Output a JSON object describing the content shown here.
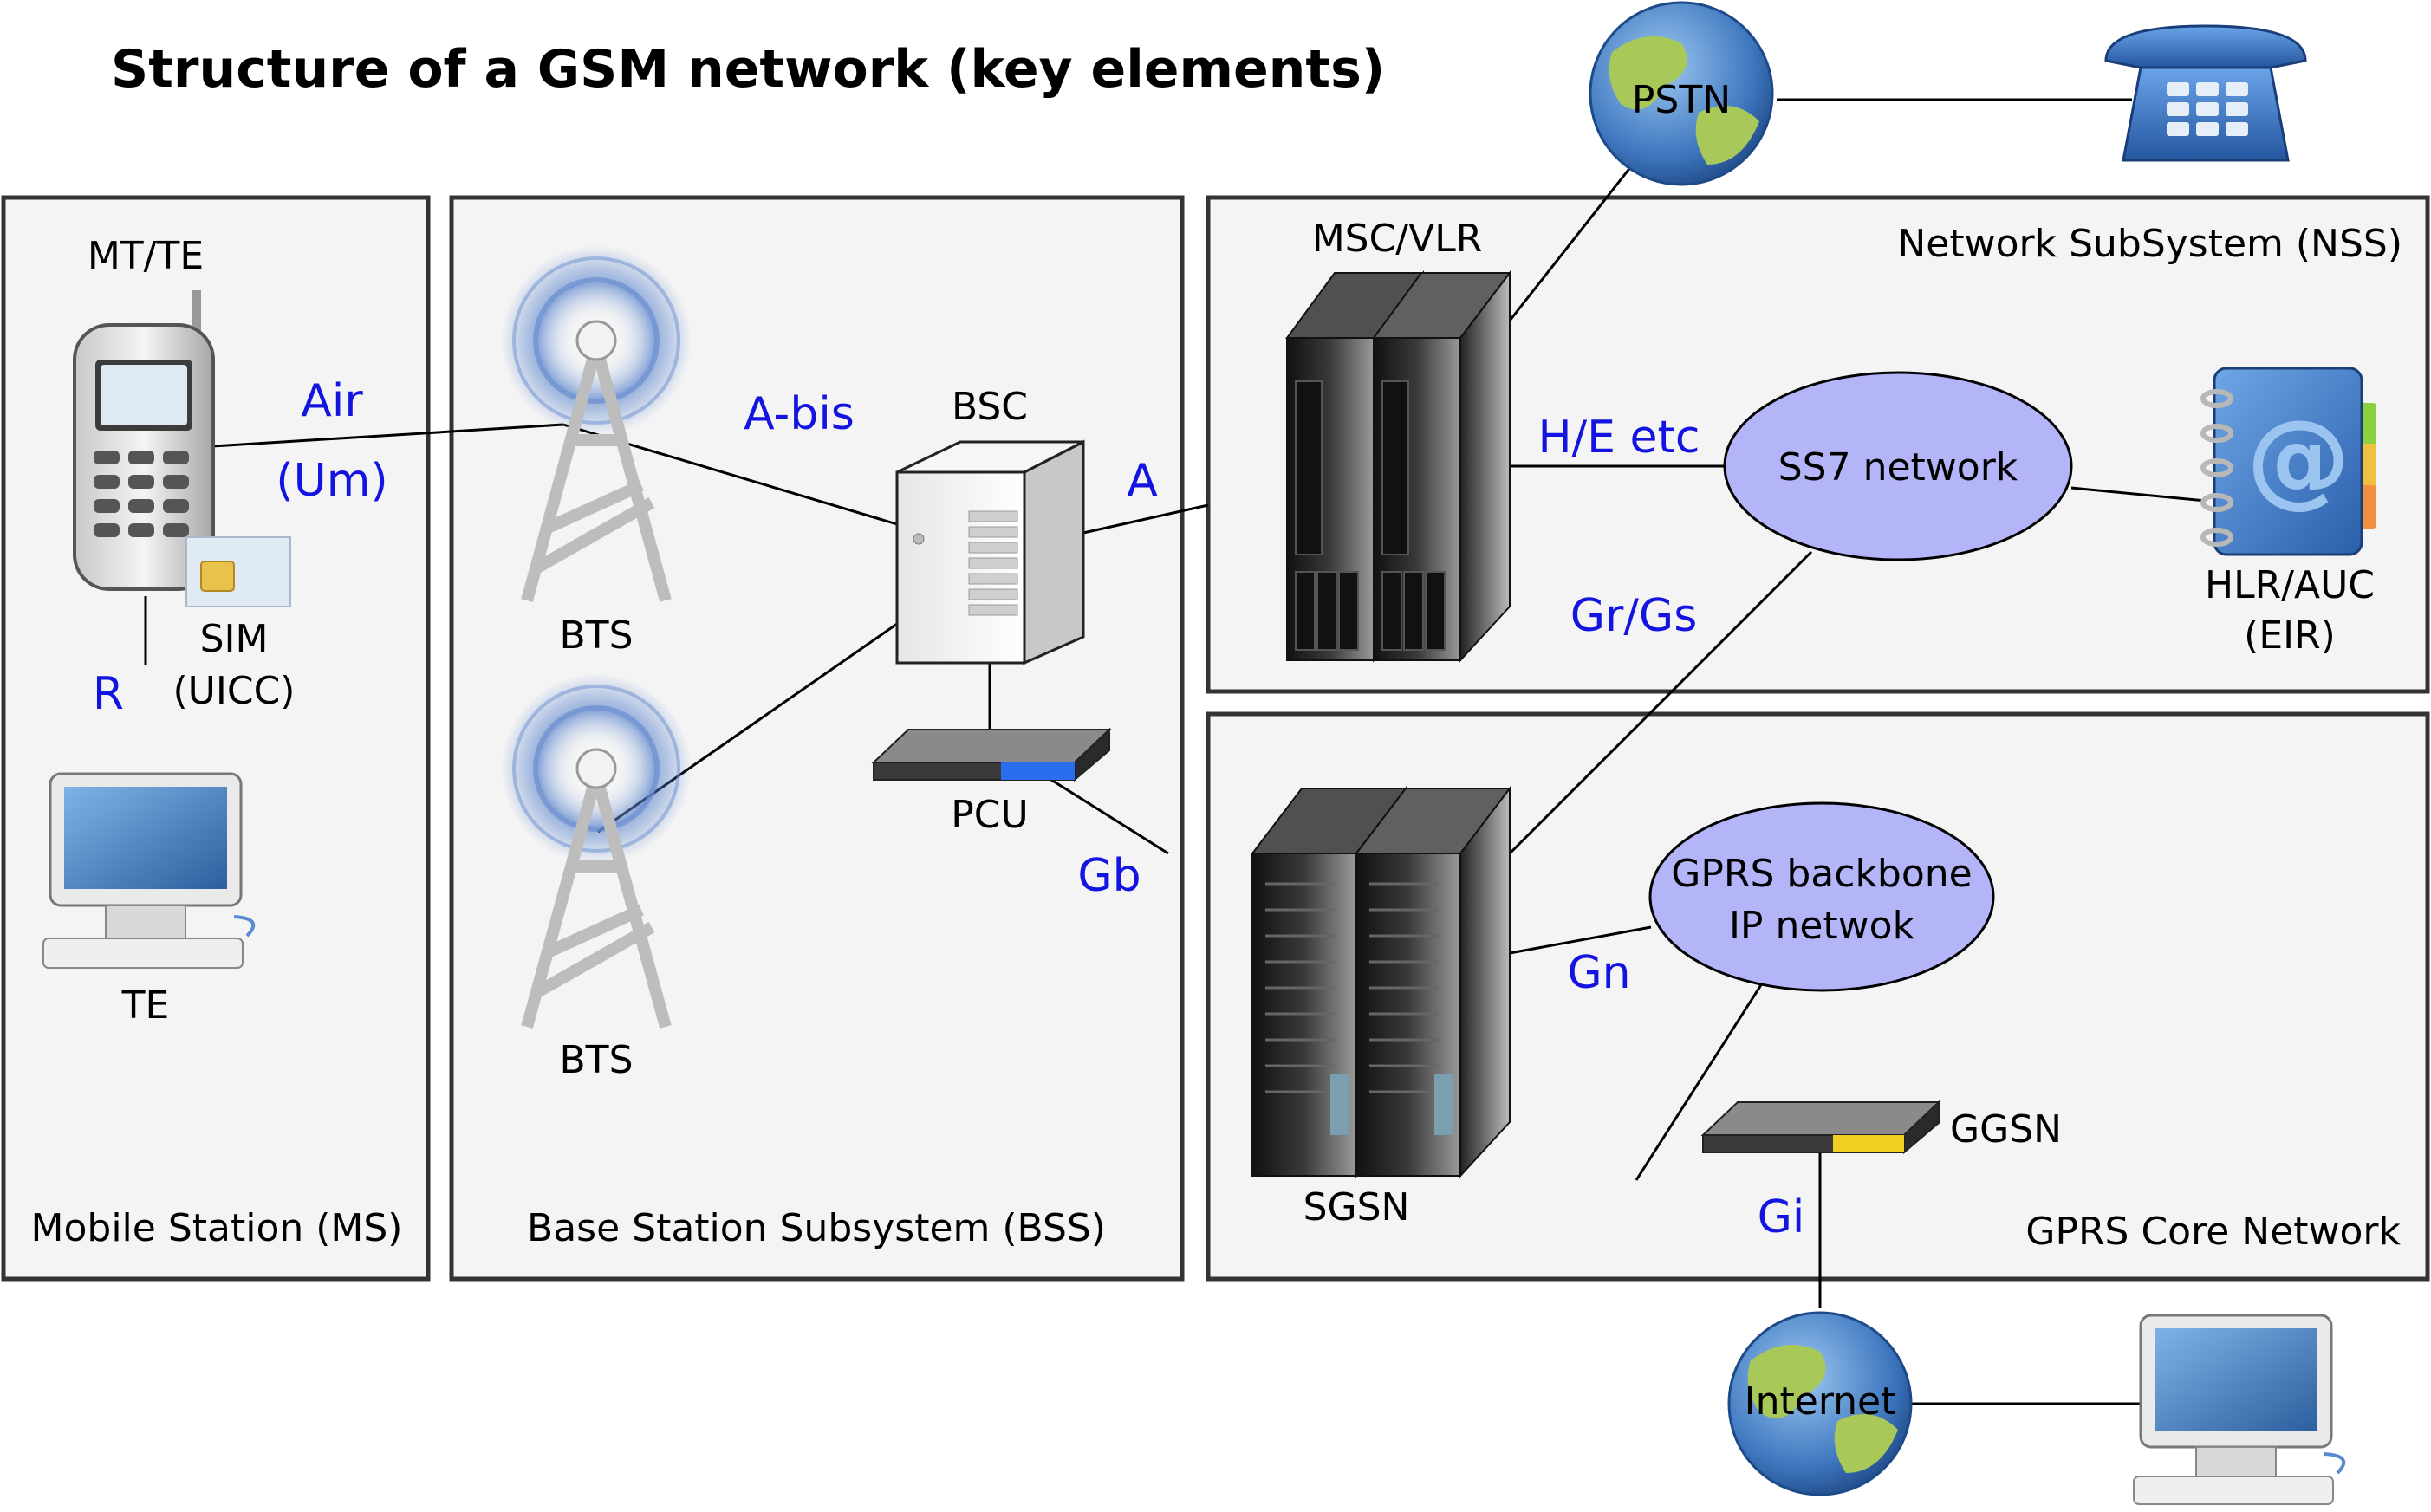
{
  "title": "Structure of a GSM network (key elements)",
  "subsystems": {
    "ms": "Mobile Station (MS)",
    "bss": "Base Station Subsystem (BSS)",
    "nss": "Network SubSystem (NSS)",
    "gprs": "GPRS Core Network"
  },
  "nodes": {
    "mt_te": "MT/TE",
    "sim": "SIM",
    "uicc": "(UICC)",
    "te": "TE",
    "bts1": "BTS",
    "bts2": "BTS",
    "bsc": "BSC",
    "pcu": "PCU",
    "msc_vlr": "MSC/VLR",
    "ss7": "SS7 network",
    "hlr": "HLR/AUC",
    "eir": "(EIR)",
    "sgsn": "SGSN",
    "gprs_backbone_1": "GPRS backbone",
    "gprs_backbone_2": "IP netwok",
    "ggsn": "GGSN",
    "pstn": "PSTN",
    "internet": "Internet"
  },
  "interfaces": {
    "air": "Air",
    "um": "(Um)",
    "r": "R",
    "abis": "A-bis",
    "a": "A",
    "gb": "Gb",
    "he": "H/E etc",
    "grgs": "Gr/Gs",
    "gn": "Gn",
    "gi": "Gi"
  },
  "colors": {
    "interface_label": "#1414e0",
    "cloud_fill": "#b4b4f8",
    "panel_fill": "#f4f4f4",
    "panel_border": "#333333"
  }
}
